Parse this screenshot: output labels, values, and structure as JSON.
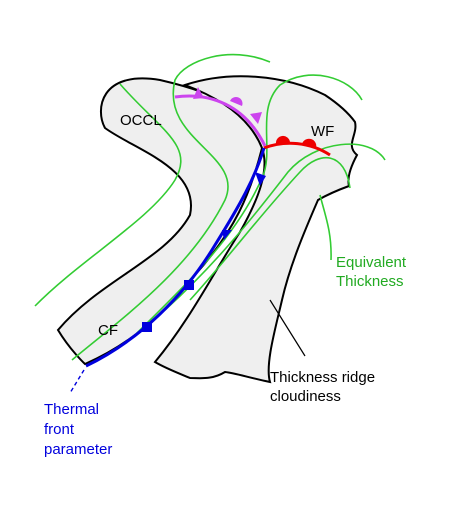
{
  "labels": {
    "occl": "OCCL",
    "wf": "WF",
    "cf": "CF",
    "equivalent_thickness": [
      "Equivalent",
      "Thickness"
    ],
    "thickness_ridge": [
      "Thickness ridge",
      "cloudiness"
    ],
    "thermal_front": [
      "Thermal",
      "front",
      "parameter"
    ]
  },
  "colors": {
    "cloud_fill": "#efefef",
    "outline": "#000000",
    "isolines": "#33cc33",
    "cold_front": "#0000dd",
    "warm_front": "#ee0000",
    "occlusion": "#cc44ee",
    "thermal_label": "#0000dd",
    "thickness_label": "#22aa22"
  }
}
